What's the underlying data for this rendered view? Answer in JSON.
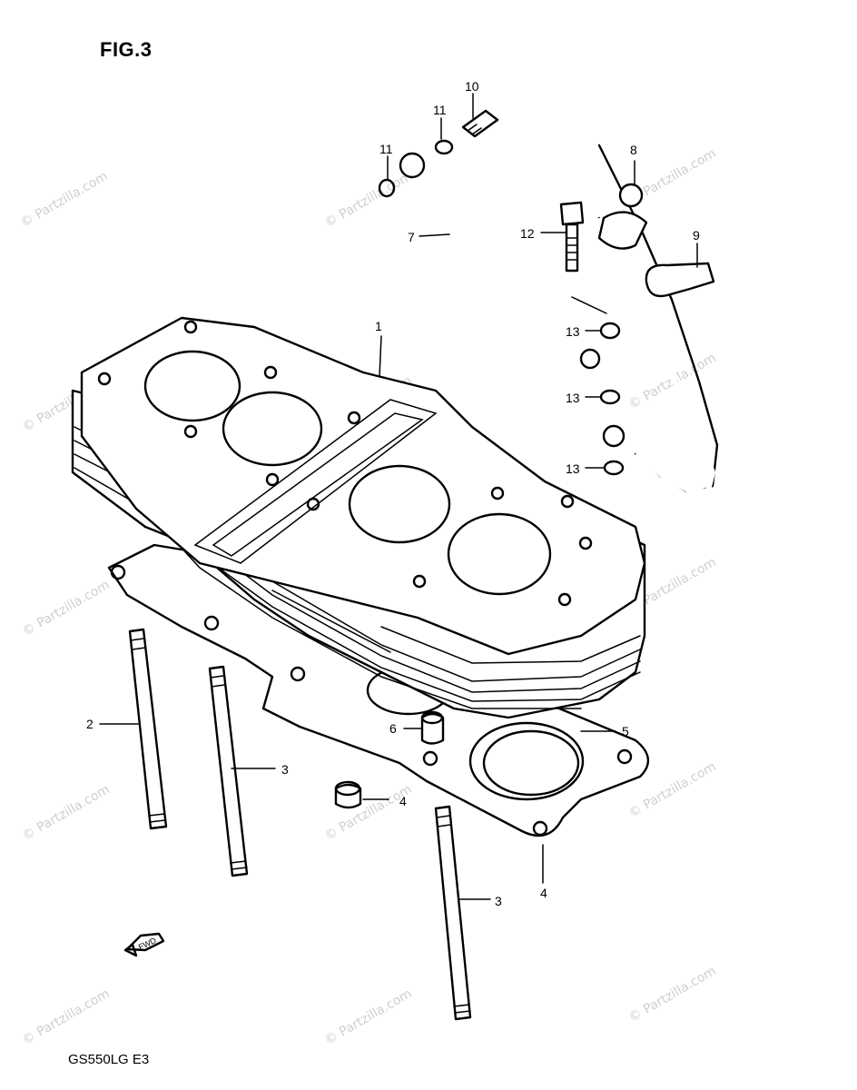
{
  "figure": {
    "title": "FIG.3",
    "model_code": "GS550LG  E3"
  },
  "watermark": {
    "text": "© Partzilla.com"
  },
  "parts": {
    "p1": "1",
    "p2": "2",
    "p3a": "3",
    "p3b": "3",
    "p4a": "4",
    "p4b": "4",
    "p5": "5",
    "p6": "6",
    "p7": "7",
    "p8": "8",
    "p9": "9",
    "p10": "10",
    "p11a": "11",
    "p11b": "11",
    "p12": "12",
    "p13a": "13",
    "p13b": "13",
    "p13c": "13"
  },
  "fwd_arrow": {
    "text": "FWD"
  }
}
